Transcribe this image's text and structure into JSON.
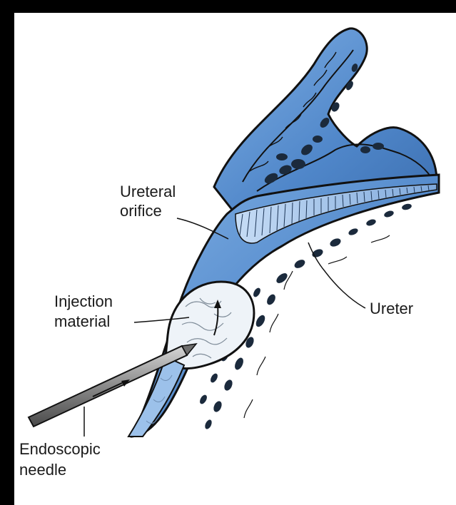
{
  "labels": {
    "ureteral_orifice_line1": "Ureteral",
    "ureteral_orifice_line2": "orifice",
    "injection_material_line1": "Injection",
    "injection_material_line2": "material",
    "ureter": "Ureter",
    "endoscopic_needle_line1": "Endoscopic",
    "endoscopic_needle_line2": "needle"
  },
  "colors": {
    "frame_background": "#000000",
    "canvas_background": "#ffffff",
    "tissue_blue": "#5b8fcf",
    "tissue_light_blue": "#a9c9ee",
    "tissue_dark": "#1b2a3c",
    "needle_gray": "#8c8c8c",
    "bleb_white": "#eef3f8"
  }
}
